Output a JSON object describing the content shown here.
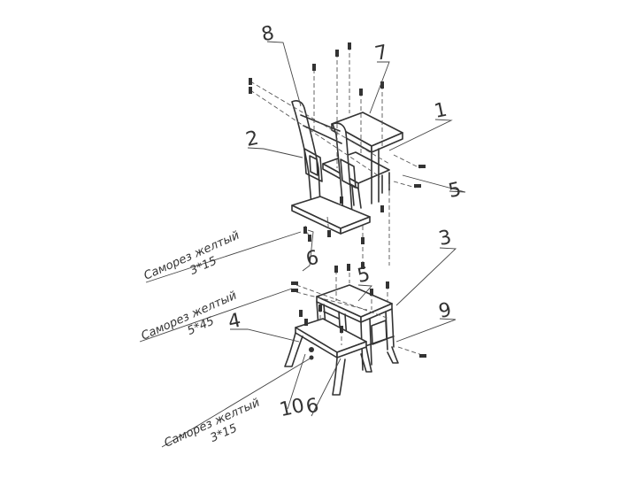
{
  "callouts": {
    "c1": "1",
    "c2": "2",
    "c3": "3",
    "c4": "4",
    "c5a": "5",
    "c5b": "5",
    "c6a": "6",
    "c6b": "6",
    "c7": "7",
    "c8": "8",
    "c9": "9",
    "c10": "10"
  },
  "captions": [
    {
      "name": "Саморез желтый",
      "size": "3*15"
    },
    {
      "name": "Саморез желтый",
      "size": "5*45"
    },
    {
      "name": "Саморез желтый",
      "size": "3*15"
    }
  ],
  "colors": {
    "line": "#333333",
    "background": "#ffffff"
  }
}
